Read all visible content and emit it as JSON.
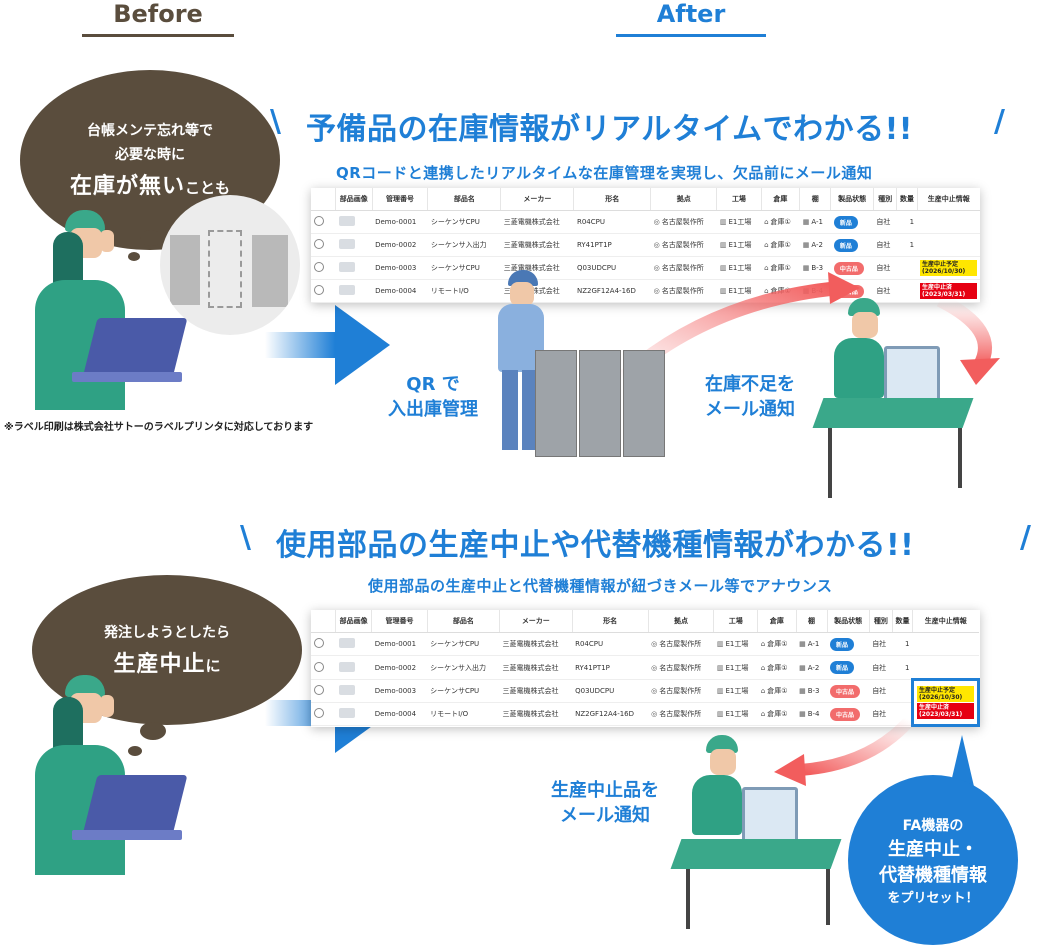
{
  "header": {
    "before": "Before",
    "after": "After"
  },
  "section1": {
    "bubble_line1": "台帳メンテ忘れ等で",
    "bubble_line2": "必要な時に",
    "bubble_big": "在庫が無い",
    "bubble_small": "ことも",
    "headline": "予備品の在庫情報がリアルタイムでわかる!!",
    "subline": "QRコードと連携したリアルタイムな在庫管理を実現し、欠品前にメール通知",
    "label_qr_1": "QR で",
    "label_qr_2": "入出庫管理",
    "label_mail_1": "在庫不足を",
    "label_mail_2": "メール通知",
    "note": "※ラベル印刷は株式会社サトーのラベルプリンタに対応しております"
  },
  "section2": {
    "bubble_line1": "発注しようとしたら",
    "bubble_big": "生産中止",
    "bubble_small": "に",
    "headline": "使用部品の生産中止や代替機種情報がわかる!!",
    "subline": "使用部品の生産中止と代替機種情報が紐づきメール等でアナウンス",
    "label_1": "生産中止品を",
    "label_2": "メール通知",
    "badge_line1": "FA機器の",
    "badge_line2": "生産中止・",
    "badge_line3": "代替機種情報",
    "badge_line4": "をプリセット！"
  },
  "table": {
    "columns": [
      "部品画像",
      "管理番号",
      "部品名",
      "メーカー",
      "形名",
      "拠点",
      "工場",
      "倉庫",
      "棚",
      "製品状態",
      "種別",
      "数量",
      "生産中止情報"
    ],
    "rows": [
      {
        "id": "Demo-0001",
        "name": "シーケンサCPU",
        "maker": "三菱電機株式会社",
        "model": "R04CPU",
        "site": "名古屋製作所",
        "factory": "E1工場",
        "warehouse": "倉庫①",
        "shelf": "A-1",
        "status": "新品",
        "kind": "自社",
        "qty": "1"
      },
      {
        "id": "Demo-0002",
        "name": "シーケンサ入出力",
        "maker": "三菱電機株式会社",
        "model": "RY41PT1P",
        "site": "名古屋製作所",
        "factory": "E1工場",
        "warehouse": "倉庫①",
        "shelf": "A-2",
        "status": "新品",
        "kind": "自社",
        "qty": "1"
      },
      {
        "id": "Demo-0003",
        "name": "シーケンサCPU",
        "maker": "三菱電機株式会社",
        "model": "Q03UDCPU",
        "site": "名古屋製作所",
        "factory": "E1工場",
        "warehouse": "倉庫①",
        "shelf": "B-3",
        "status": "中古品",
        "kind": "自社",
        "qty": ""
      },
      {
        "id": "Demo-0004",
        "name": "リモートI/O",
        "maker": "三菱電機株式会社",
        "model": "NZ2GF12A4-16D",
        "site": "名古屋製作所",
        "factory": "E1工場",
        "warehouse": "倉庫①",
        "shelf": "B-4",
        "status": "中古品",
        "kind": "自社",
        "qty": ""
      }
    ],
    "discontinue_planned": "生産中止予定",
    "discontinue_planned_date": "(2026/10/30)",
    "discontinued": "生産中止済",
    "discontinued_date": "(2023/03/31)"
  },
  "colors": {
    "accent": "#1f7fd6",
    "bubble": "#5a4d3d",
    "new": "#1f7fd6",
    "used": "#f26c6c"
  },
  "icons": [
    "location-pin-icon",
    "factory-icon",
    "warehouse-icon",
    "shelf-icon"
  ]
}
